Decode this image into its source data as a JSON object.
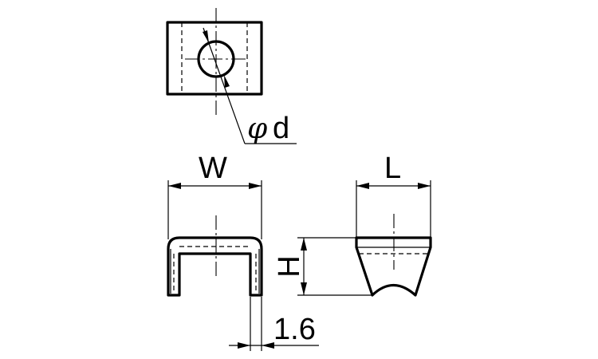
{
  "labels": {
    "diameter_symbol": "φ",
    "diameter_var": "d",
    "width": "W",
    "length": "L",
    "height": "H",
    "thickness": "1.6"
  }
}
